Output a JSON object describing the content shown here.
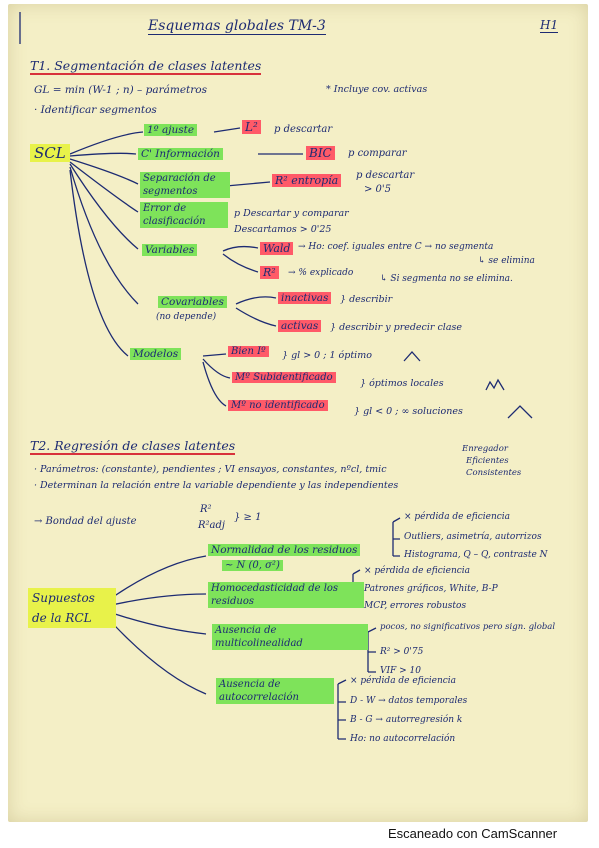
{
  "header": {
    "title": "Esquemas globales TM-3",
    "page_tag": "H1"
  },
  "t1": {
    "title": "T1. Segmentación de clases latentes",
    "gl_line": "GL = min (W-1 ; n) – parámetros",
    "note": "* Incluye cov. activas",
    "ident": "· Identificar segmentos",
    "root": "SCL",
    "branches": {
      "primer_ajuste": "1º ajuste",
      "l2": "L²",
      "l2_note": "p descartar",
      "c_info": "C' Información",
      "bic": "BIC",
      "bic_note": "p comparar",
      "separacion": "Separación de segmentos",
      "r2": "R² entropía",
      "r2_note": "p descartar",
      "r2_val": "> 0'5",
      "error": "Error de clasificación",
      "error_note1": "p Descartar y comparar",
      "error_note2": "Descartamos > 0'25",
      "variables": "Variables",
      "wald": "Wald",
      "wald_note": "→ Ho: coef. iguales entre C → no segmenta",
      "wald_note2": "↳ se elimina",
      "r2b": "R²",
      "r2b_note": "→ % explicado",
      "r2b_note2": "↳ Si segmenta no se elimina.",
      "covariables": "Covariables",
      "covariables_sub": "(no depende)",
      "inactivas": "inactivas",
      "inactivas_note": "} describir",
      "activas": "activas",
      "activas_note": "} describir y predecir clase",
      "modelos": "Modelos",
      "bien": "Bien Iº",
      "bien_note": "} gl > 0 ; 1 óptimo",
      "sub": "Mº Subidentificado",
      "sub_note": "} óptimos locales",
      "noid": "Mº no identificado",
      "noid_note": "} gl < 0 ; ∞ soluciones"
    }
  },
  "t2": {
    "title": "T2. Regresión de clases latentes",
    "params": "· Parámetros: (constante), pendientes ; VI ensayos, constantes, nºcl, tmic",
    "params_right": [
      "Enregador",
      "Eficientes",
      "Consistentes"
    ],
    "determina": "· Determinan la relación entre la variable dependiente y las independientes",
    "bondad": "→ Bondad del ajuste",
    "bondad_r2": "R²",
    "bondad_r2a": "R²adj",
    "bondad_val": "} ≥ 1",
    "root": "Supuestos de la RCL",
    "normalidad": "Normalidad de los residuos",
    "normalidad_sub": "~ N (0, σ²)",
    "norm_items": [
      "× pérdida de eficiencia",
      "Outliers, asimetría, autorrizos",
      "Histograma, Q – Q, contraste N"
    ],
    "homo": "Homocedasticidad de los residuos",
    "homo_items": [
      "× pérdida de eficiencia",
      "Patrones gráficos, White, B-P",
      "MCP, errores robustos"
    ],
    "ausencia_multi": "Ausencia de multicolinealidad",
    "multi_items": [
      "pocos, no significativos pero sign. global",
      "R² > 0'75",
      "VIF > 10"
    ],
    "ausencia_auto": "Ausencia de autocorrelación",
    "auto_items": [
      "× pérdida de eficiencia",
      "D - W → datos temporales",
      "B - G → autorregresión k",
      "Ho: no autocorrelación"
    ]
  },
  "footer": {
    "scanner": "Escaneado con CamScanner"
  }
}
